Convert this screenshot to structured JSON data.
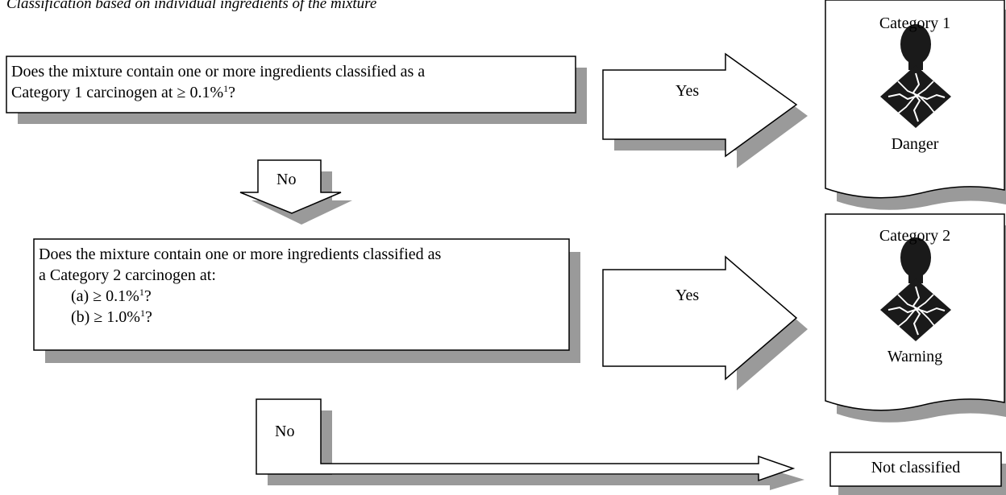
{
  "heading": "Classification based on individual ingredients of the mixture",
  "question1": {
    "line1": "Does the mixture contain one or more ingredients classified as a",
    "line2_pre": "Category 1 carcinogen at ≥ 0.1%",
    "line2_sup": "1",
    "line2_post": "?"
  },
  "question2": {
    "line1": "Does the mixture contain one or more ingredients classified as",
    "line2": "a Category 2 carcinogen at:",
    "opt_a_pre": "(a) ≥ 0.1%",
    "opt_a_sup": "1",
    "opt_a_post": "?",
    "opt_b_pre": "(b) ≥ 1.0%",
    "opt_b_sup": "1",
    "opt_b_post": "?"
  },
  "arrows": {
    "yes1": "Yes",
    "no1": "No",
    "yes2": "Yes",
    "no2": "No"
  },
  "outcomes": {
    "cat1": {
      "title": "Category 1",
      "signal": "Danger",
      "icon": "health-hazard-icon"
    },
    "cat2": {
      "title": "Category 2",
      "signal": "Warning",
      "icon": "health-hazard-icon"
    },
    "none": "Not classified"
  }
}
